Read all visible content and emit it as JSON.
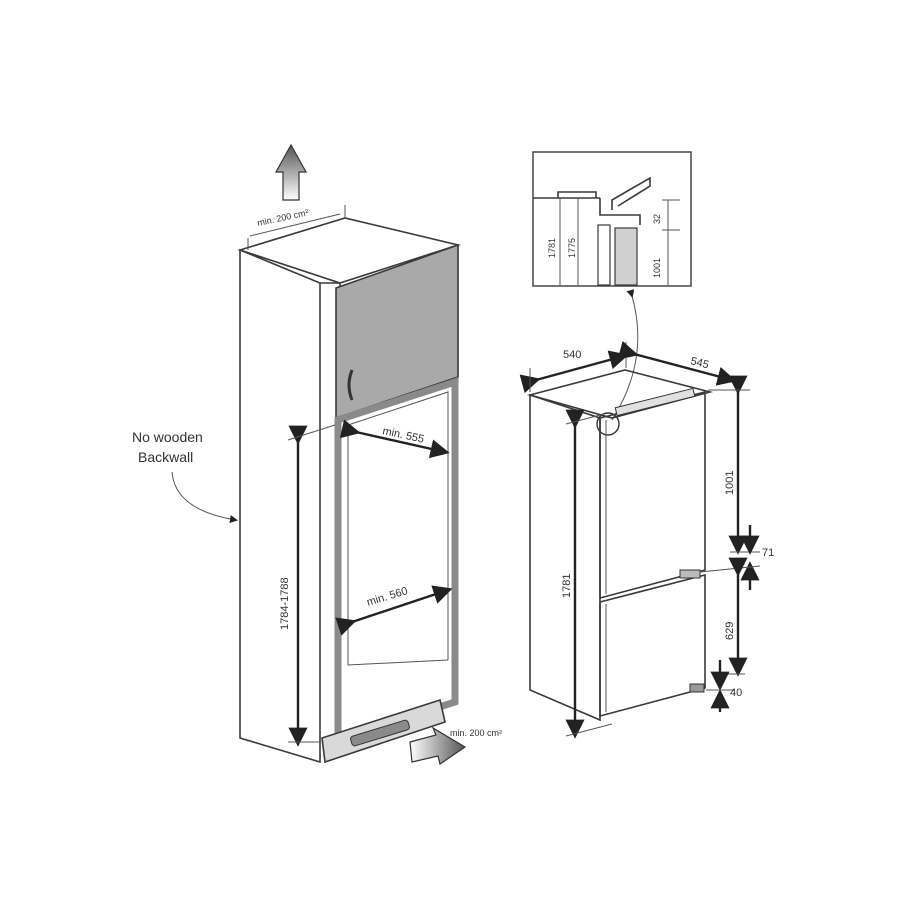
{
  "cabinet": {
    "vent_top_label": "min. 200 cm²",
    "vent_bottom_label": "min. 200 cm²",
    "no_backwall_line1": "No wooden",
    "no_backwall_line2": "Backwall",
    "min_depth_label": "min. 555",
    "min_width_label": "min. 560",
    "niche_height_label": "1784-1788"
  },
  "fridge": {
    "width_label": "540",
    "depth_label": "545",
    "height_label": "1781",
    "upper_door_label": "1001",
    "gap_label": "71",
    "lower_door_label": "629",
    "bottom_label": "40"
  },
  "detail": {
    "label_1781": "1781",
    "label_1775": "1775",
    "label_32": "32",
    "label_1001": "1001"
  },
  "colors": {
    "line": "#3a3a3a",
    "door_fill": "#a9a9a9",
    "cabinet_frame": "#8a8a8a"
  }
}
